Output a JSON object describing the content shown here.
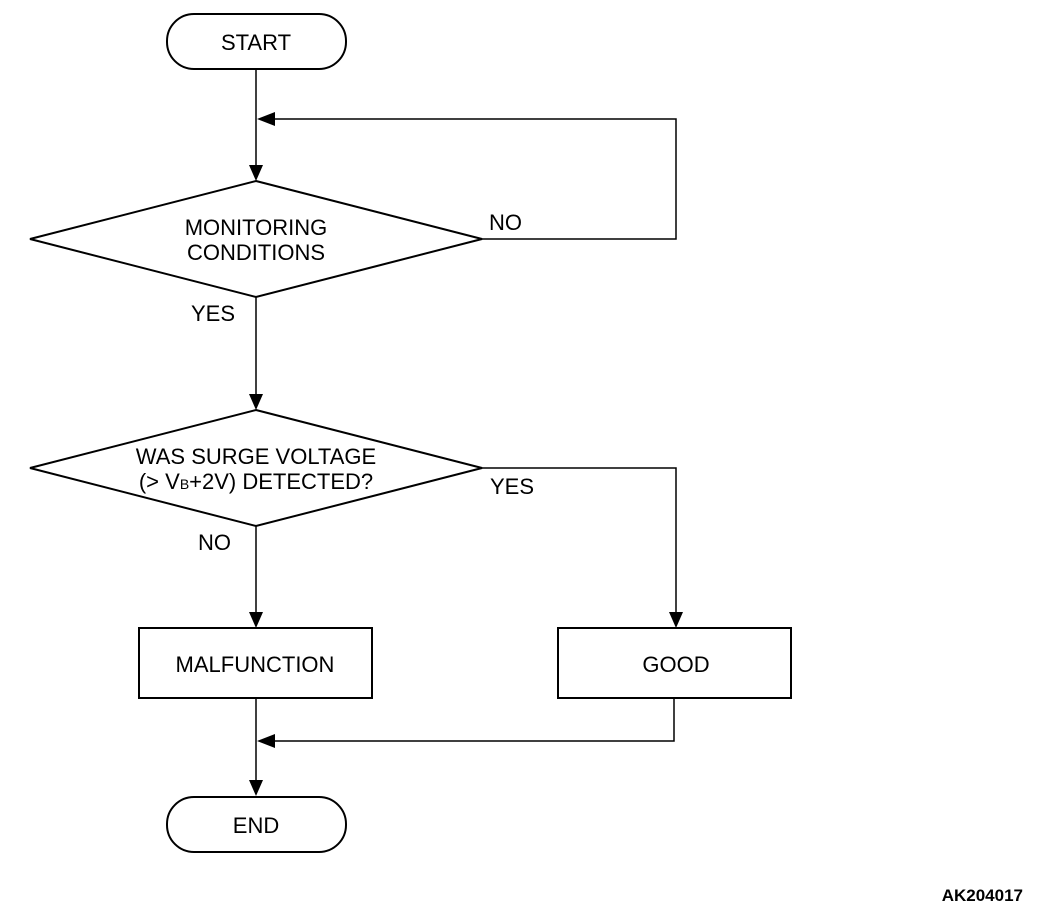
{
  "start": {
    "label": "START"
  },
  "decision_monitoring": {
    "line1": "MONITORING",
    "line2": "CONDITIONS",
    "yes_label": "YES",
    "no_label": "NO"
  },
  "decision_surge": {
    "line1": "WAS SURGE VOLTAGE",
    "line2_prefix": "(> V",
    "line2_sub": "B",
    "line2_suffix": "+2V) DETECTED?",
    "yes_label": "YES",
    "no_label": "NO"
  },
  "malfunction": {
    "label": "MALFUNCTION"
  },
  "good": {
    "label": "GOOD"
  },
  "end": {
    "label": "END"
  },
  "reference_code": "AK204017"
}
